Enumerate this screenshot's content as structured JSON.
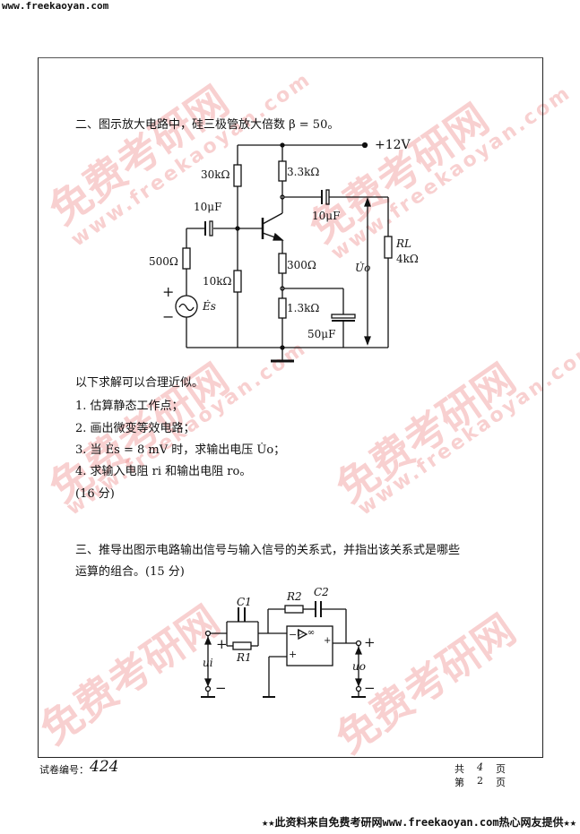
{
  "header_url": "www.freekaoyan.com",
  "watermark": {
    "cn": "免费考研网",
    "url": "www.freekaoyan.com"
  },
  "q2": {
    "title": "二、图示放大电路中，硅三极管放大倍数 β = 50。",
    "circuit": {
      "vcc": "+12V",
      "r_b1": "30kΩ",
      "r_c": "3.3kΩ",
      "c_in": "10μF",
      "c_out": "10μF",
      "r_s": "500Ω",
      "r_b2": "10kΩ",
      "r_e1": "300Ω",
      "r_e2": "1.3kΩ",
      "c_e": "50μF",
      "r_l_name": "RL",
      "r_l": "4kΩ",
      "u_o": "U̇o",
      "e_s": "Ės",
      "plus": "+",
      "minus": "−"
    },
    "intro": "以下求解可以合理近似。",
    "items": [
      "1.  估算静态工作点；",
      "2.  画出微变等效电路；",
      "3.  当 Ės = 8 mV 时，求输出电压 U̇o；",
      "4.  求输入电阻 ri 和输出电阻 ro。"
    ],
    "score": "(16 分)"
  },
  "q3": {
    "line1": "三、推导出图示电路输出信号与输入信号的关系式，并指出该关系式是哪些",
    "line2": "运算的组合。(15 分)",
    "circuit": {
      "c1": "C1",
      "c2": "C2",
      "r1": "R1",
      "r2": "R2",
      "ui": "ui",
      "uo": "uo",
      "opamp": "▷ ∞",
      "plus": "+",
      "minus": "−"
    }
  },
  "paper_no_label": "试卷编号：",
  "paper_no": "424",
  "pages": {
    "total_label_a": "共",
    "total": "4",
    "total_label_b": "页",
    "current_label_a": "第",
    "current": "2",
    "current_label_b": "页"
  },
  "footer": "★★此资料来自免费考研网www.freekaoyan.com热心网友提供★★"
}
